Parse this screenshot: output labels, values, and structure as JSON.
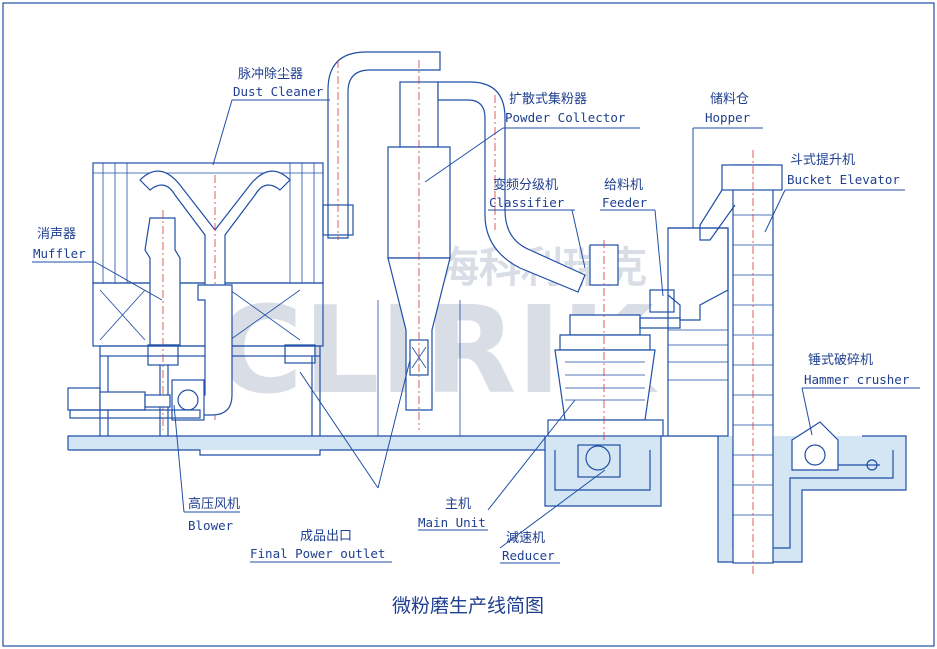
{
  "diagram_title": "微粉磨生产线简图",
  "watermark": {
    "logo_cn": "上海科利瑞克",
    "logo_en": "CLIRIK"
  },
  "labels": {
    "dust_cleaner": {
      "zh": "脉冲除尘器",
      "en": "Dust Cleaner"
    },
    "powder_collector": {
      "zh": "扩散式集粉器",
      "en": "Powder Collector"
    },
    "hopper": {
      "zh": "储料仓",
      "en": "Hopper"
    },
    "bucket_elevator": {
      "zh": "斗式提升机",
      "en": "Bucket Elevator"
    },
    "classifier": {
      "zh": "变频分级机",
      "en": "Classifier"
    },
    "feeder": {
      "zh": "给料机",
      "en": "Feeder"
    },
    "muffler": {
      "zh": "消声器",
      "en": "Muffler"
    },
    "hammer_crusher": {
      "zh": "锤式破碎机",
      "en": "Hammer crusher"
    },
    "blower": {
      "zh": "高压风机",
      "en": "Blower"
    },
    "final_outlet": {
      "zh": "成品出口",
      "en": "Final Power outlet"
    },
    "main_unit": {
      "zh": "主机",
      "en": "Main Unit"
    },
    "reducer": {
      "zh": "減速机",
      "en": "Reducer"
    }
  },
  "colors": {
    "line": "#1f4fa6",
    "centerline": "#d23a3a",
    "ground": "#d4e6f4",
    "text": "#1f3f8f"
  }
}
